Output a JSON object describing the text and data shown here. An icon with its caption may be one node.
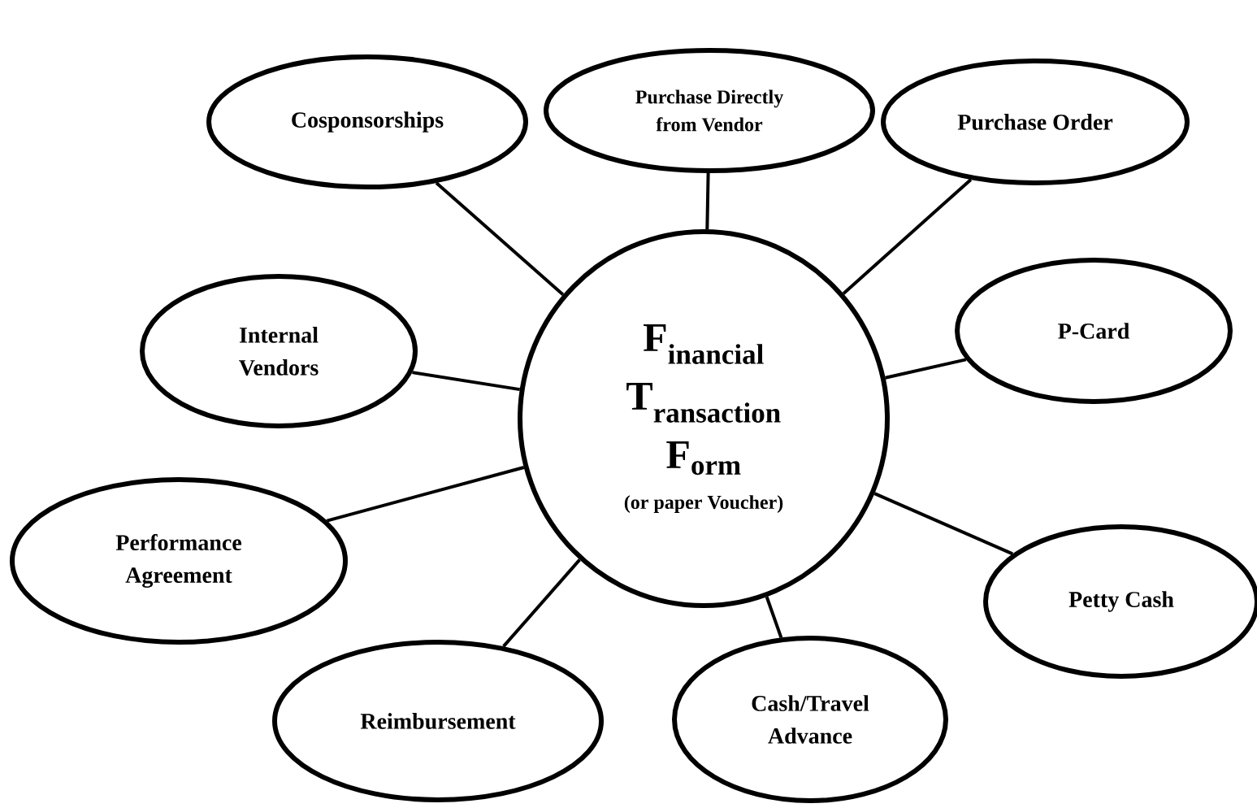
{
  "diagram": {
    "nodes": [
      {
        "text": [
          "Cosponsorships"
        ]
      },
      {
        "text": [
          "Purchase Directly from Vendor"
        ]
      },
      {
        "text": [
          "Purchase Order"
        ]
      },
      {
        "text": [
          "Internal Vendors"
        ]
      },
      {
        "text": [
          "\\mathbf{F}_{\\mathbf{inancial}}",
          "\\mathbf{T}_{\\mathbf{ransaction}}",
          "\\mathbf{F}_{\\mathbf{orm}}",
          "(or paper Voucher)"
        ]
      },
      {
        "text": [
          "P-Card"
        ]
      },
      {
        "text": [
          "Performance Agreement"
        ]
      },
      {
        "text": [
          "Petty Cash"
        ]
      },
      {
        "text": [
          "Reimbursement"
        ]
      },
      {
        "text": [
          "Cash/Travel Advance"
        ]
      }
    ],
    "edges": [
      {
        "from": 4,
        "to": 0,
        "arrow": "none"
      },
      {
        "from": 4,
        "to": 1,
        "arrow": "none"
      },
      {
        "from": 4,
        "to": 2,
        "arrow": "none"
      },
      {
        "from": 4,
        "to": 3,
        "arrow": "none"
      },
      {
        "from": 4,
        "to": 5,
        "arrow": "none"
      },
      {
        "from": 4,
        "to": 6,
        "arrow": "none"
      },
      {
        "from": 4,
        "to": 7,
        "arrow": "none"
      },
      {
        "from": 4,
        "to": 8,
        "arrow": "none"
      },
      {
        "from": 4,
        "to": 9,
        "arrow": "none"
      }
    ]
  }
}
